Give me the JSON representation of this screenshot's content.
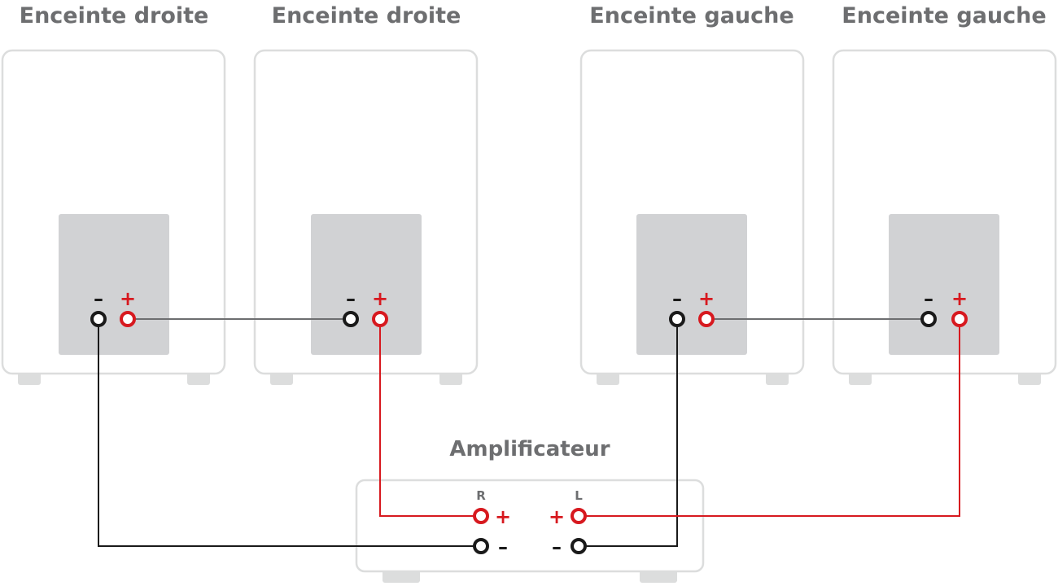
{
  "speakers": [
    {
      "title": "Enceinte droite",
      "minus": "–",
      "plus": "+"
    },
    {
      "title": "Enceinte droite",
      "minus": "–",
      "plus": "+"
    },
    {
      "title": "Enceinte gauche",
      "minus": "–",
      "plus": "+"
    },
    {
      "title": "Enceinte gauche",
      "minus": "–",
      "plus": "+"
    }
  ],
  "amplifier": {
    "title": "Amplificateur",
    "channel_right": "R",
    "channel_left": "L",
    "right_plus": "+",
    "right_minus": "–",
    "left_plus": "+",
    "left_minus": "–"
  },
  "colors": {
    "positive_wire": "#d7191f",
    "negative_wire": "#1a1a1a",
    "bridge_wire": "#6d6e70",
    "cabinet_outline": "#dcdddd",
    "terminal_panel": "#d1d2d4",
    "title_text": "#6d6e70"
  }
}
